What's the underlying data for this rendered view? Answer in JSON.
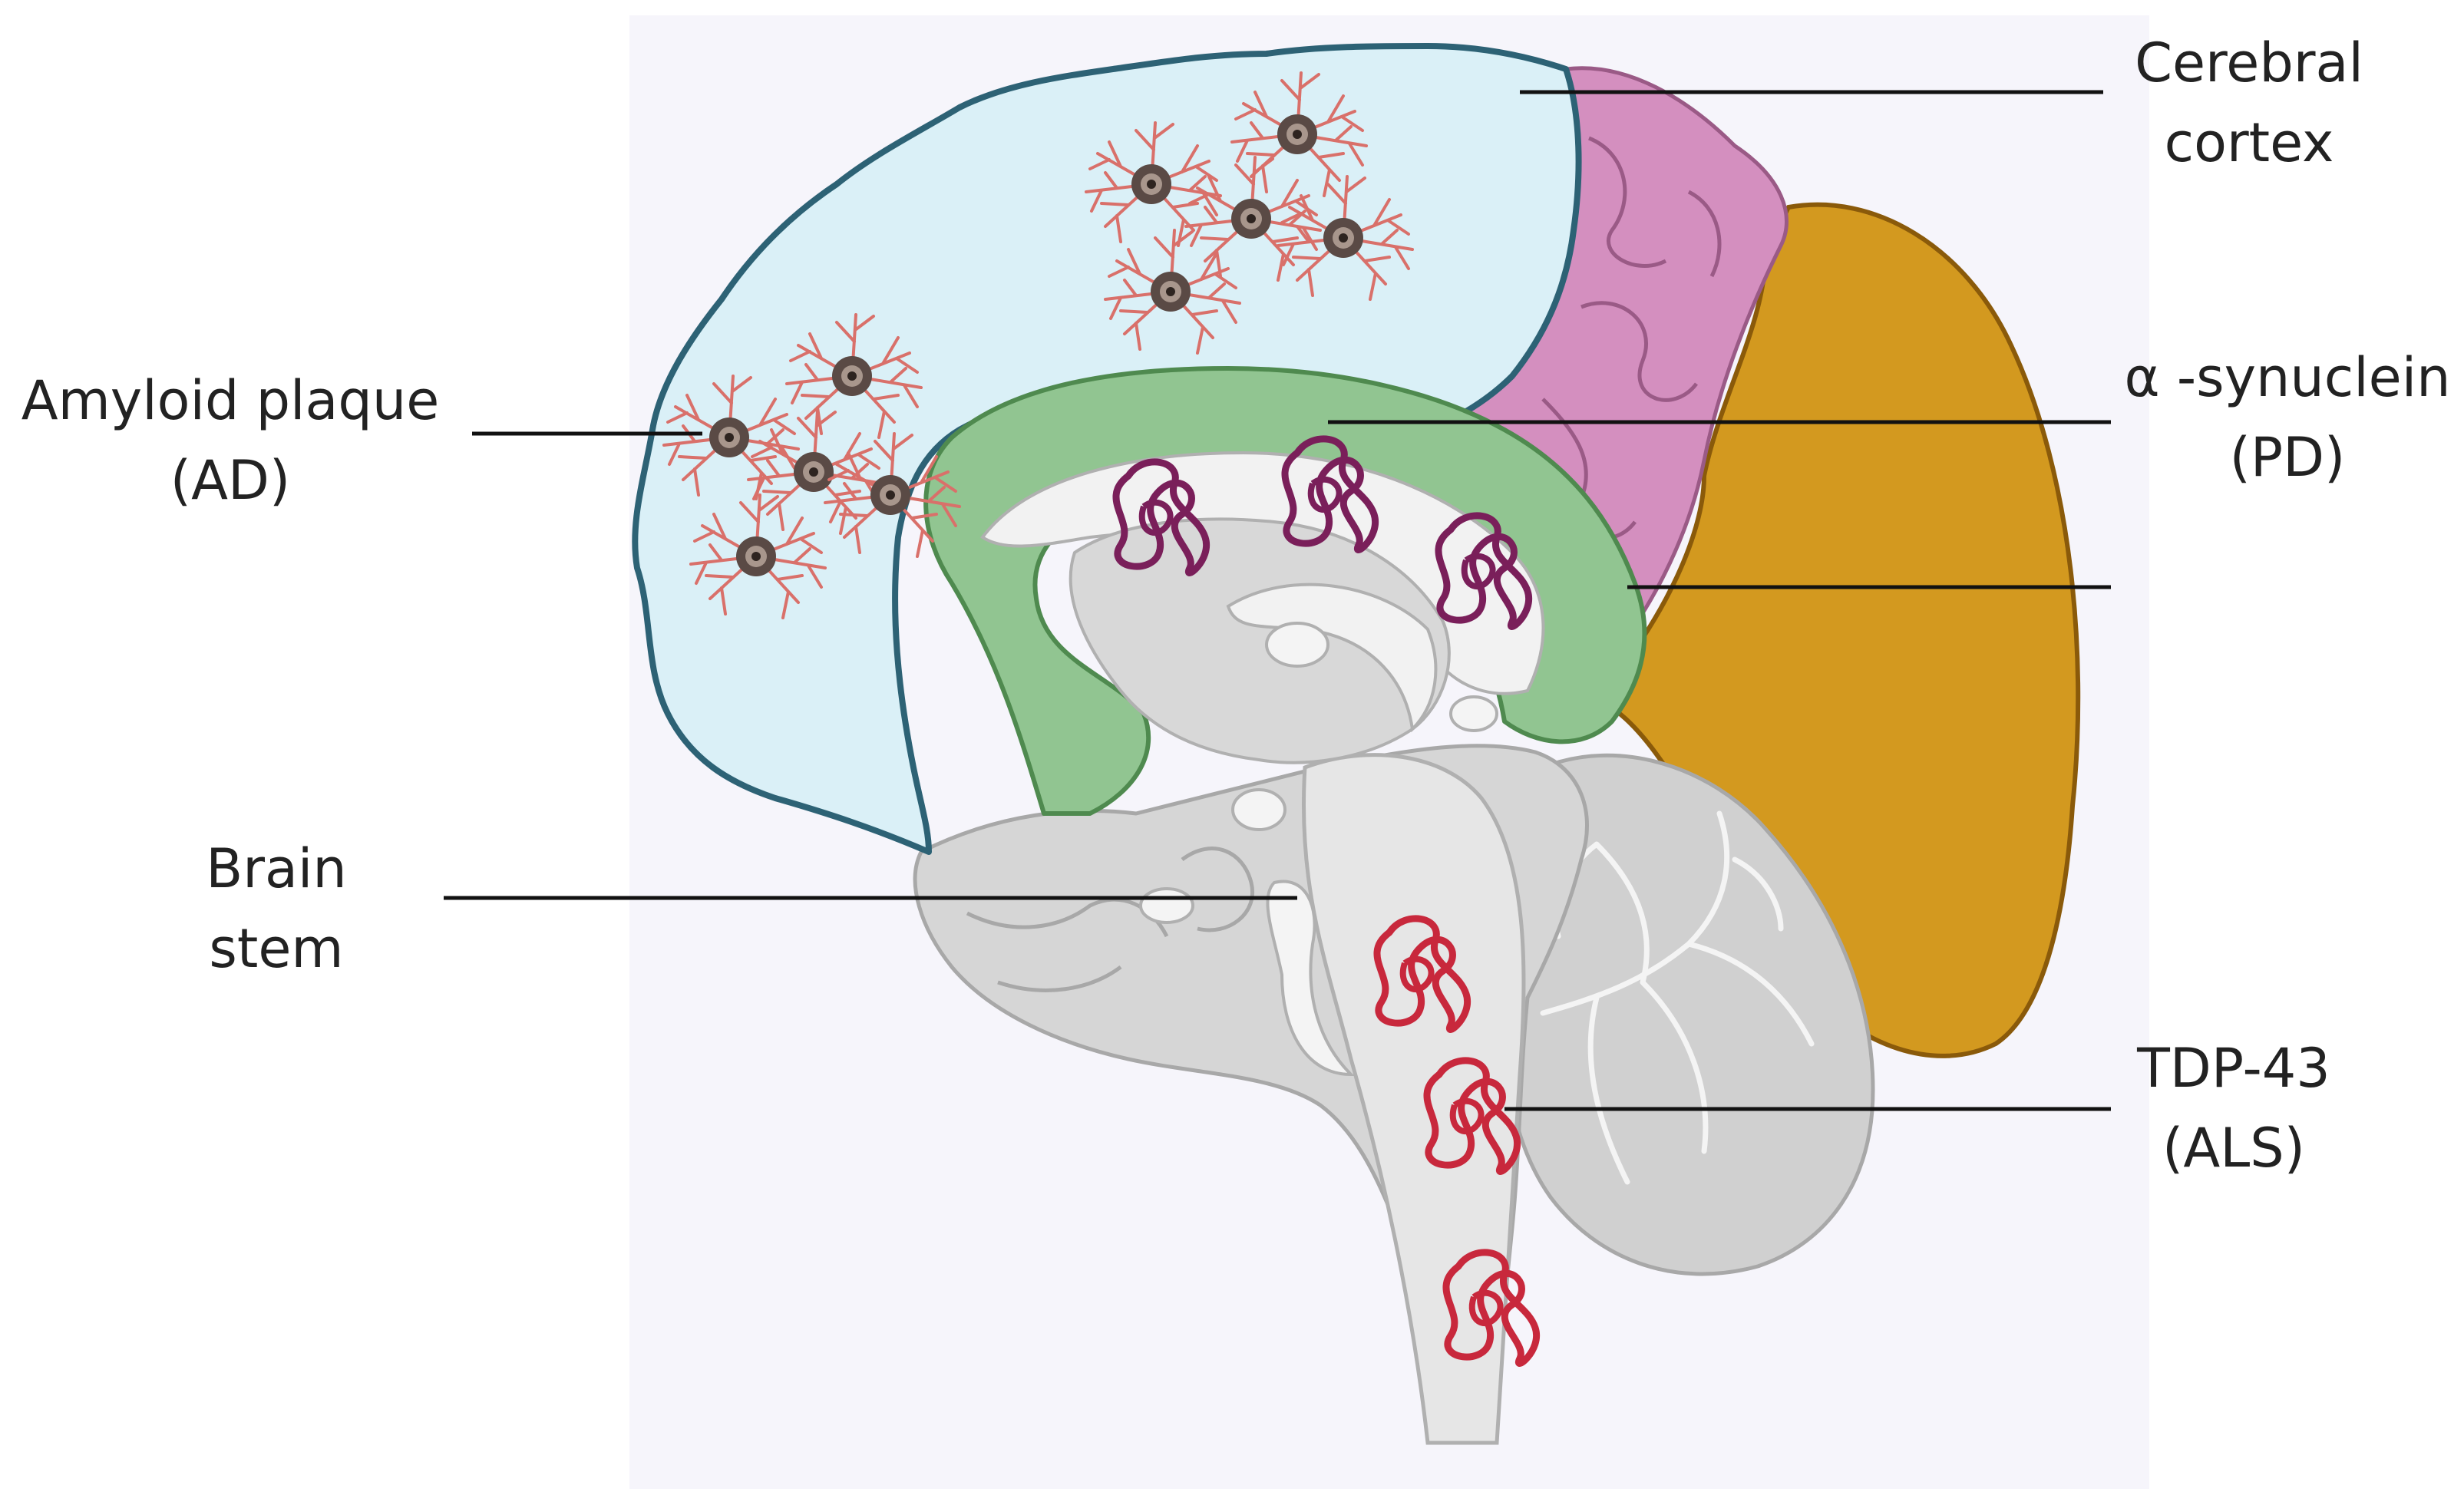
{
  "labels": {
    "cerebral_cortex": [
      "Cerebral",
      "cortex"
    ],
    "amyloid_plaque": [
      "Amyloid plaque",
      "(AD)"
    ],
    "alpha_synuclein": [
      "α -synuclein",
      "(PD)"
    ],
    "brain_stem": [
      "Brain",
      "stem"
    ],
    "tdp43": [
      "TDP-43",
      "(ALS)"
    ]
  },
  "colors": {
    "background_panel": "#f6f5fb",
    "cortex_region": "#daf0f7",
    "cortex_outline": "#2d6275",
    "parietal_region": "#d48fbf",
    "occipital_region": "#d3991f",
    "limbic_region": "#91c591",
    "gray_matter": "#d8d8d8",
    "white_matter": "#f2f2f2",
    "amyloid_plaque": "#5a4a45",
    "amyloid_fiber": "#d9706a",
    "alpha_synuclein": "#7a1f5a",
    "tdp43": "#c8283c",
    "leader_line": "#111111"
  }
}
